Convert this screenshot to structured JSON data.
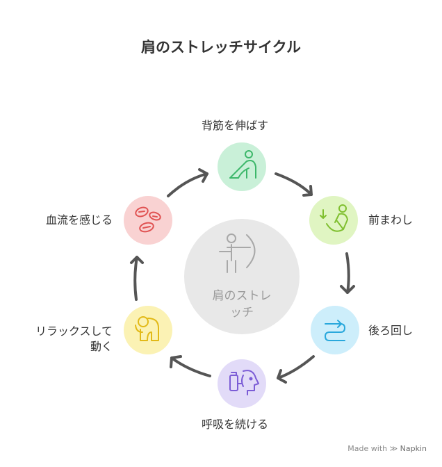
{
  "title": "肩のストレッチサイクル",
  "center": {
    "line1": "肩のストレ",
    "line2": "ッチ"
  },
  "steps": [
    {
      "label": "背筋を伸ばす",
      "icon": "stretch-pose-icon",
      "color": "#c9f0d8",
      "stroke": "#3cb76a"
    },
    {
      "label": "前まわし",
      "icon": "forward-roll-icon",
      "color": "#e0f5c2",
      "stroke": "#7fbf2f"
    },
    {
      "label": "後ろ回し",
      "icon": "backward-roll-icon",
      "color": "#cdeefb",
      "stroke": "#29a8dc"
    },
    {
      "label": "呼吸を続ける",
      "icon": "breathing-inhaler-icon",
      "color": "#e2dbf8",
      "stroke": "#7b5cd6"
    },
    {
      "label_line1": "リラックスして",
      "label_line2": "動く",
      "icon": "relax-pose-icon",
      "color": "#fbf2b4",
      "stroke": "#e2b917"
    },
    {
      "label": "血流を感じる",
      "icon": "blood-cells-icon",
      "color": "#f9d2d2",
      "stroke": "#e05252"
    }
  ],
  "footer": {
    "made_with": "Made with",
    "brand": "Napkin"
  },
  "colors": {
    "arrow": "#555555",
    "center_fill": "#e8e8e8",
    "center_icon": "#a8a8a8"
  }
}
